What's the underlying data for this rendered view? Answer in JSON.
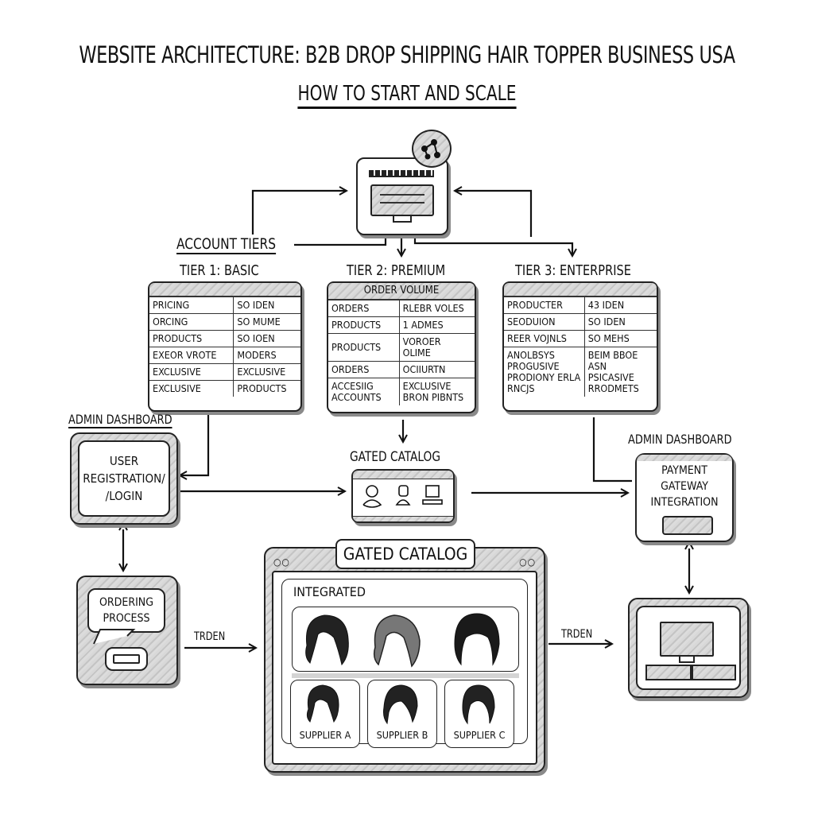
{
  "header": {
    "title": "WEBSITE ARCHITECTURE: B2B DROP SHIPPING HAIR TOPPER BUSINESS USA",
    "subtitle": "HOW TO START AND SCALE"
  },
  "top_node": {
    "icon": "computer-monitor-icon",
    "badge_icon": "network-nodes-icon"
  },
  "account_tiers": {
    "label": "ACCOUNT TIERS",
    "tiers": [
      {
        "title": "TIER 1: BASIC",
        "header": "",
        "rows": [
          [
            "PRICING",
            "SO IDEN"
          ],
          [
            "ORCING",
            "SO MUME"
          ],
          [
            "PRODUCTS",
            "SO IOEN"
          ],
          [
            "EXEOR VROTE",
            "MODERS"
          ],
          [
            "EXCLUSIVE",
            "EXCLUSIVE"
          ],
          [
            "EXCLUSIVE",
            "PRODUCTS"
          ]
        ]
      },
      {
        "title": "TIER 2: PREMIUM",
        "header": "ORDER VOLUME",
        "rows": [
          [
            "ORDERS",
            "RLEBR VOLES"
          ],
          [
            "PRODUCTS",
            "1 ADMES"
          ],
          [
            "PRODUCTS",
            "VOROER OLIME"
          ],
          [
            "ORDERS",
            "OCIIURTN"
          ],
          [
            "ACCESIIG ACCOUNTS",
            "EXCLUSIVE BRON PIBNTS"
          ]
        ]
      },
      {
        "title": "TIER 3: ENTERPRISE",
        "header": "",
        "rows": [
          [
            "PRODUCTER",
            "43 IDEN"
          ],
          [
            "SEODUION",
            "SO IDEN"
          ],
          [
            "REER VOJNLS",
            "SO MEHS"
          ],
          [
            "ANOLBSYS PROGUSIVE PRODIONY ERLA RNCJS",
            "BEIM BBOE ASN PSICASIVE RRODMETS"
          ]
        ]
      }
    ]
  },
  "admin_dashboard_left": {
    "label": "ADMIN DASHBOARD",
    "box_text": "USER REGISTRATION/ /LOGIN"
  },
  "gated_catalog_small": {
    "label": "GATED CATALOG",
    "icons": [
      "user-icon",
      "support-agent-icon",
      "computer-icon"
    ]
  },
  "admin_dashboard_right": {
    "label": "ADMIN DASHBOARD",
    "box_text": "PAYMENT GATEWAY INTEGRATION"
  },
  "ordering_process": {
    "box_text": "ORDERING PROCESS",
    "arrow_label": "TRDEN"
  },
  "gated_catalog_main": {
    "title": "GATED CATALOG",
    "section_label": "INTEGRATED",
    "featured": [
      "wavy-dark-topper",
      "curly-highlighted-topper",
      "bob-topper"
    ],
    "suppliers": [
      {
        "label": "SUPPLIER A"
      },
      {
        "label": "SUPPLIER B"
      },
      {
        "label": "SUPPLIER C"
      }
    ],
    "arrow_label": "TRDEN"
  },
  "end_node": {
    "icon": "desktop-computer-icon"
  }
}
